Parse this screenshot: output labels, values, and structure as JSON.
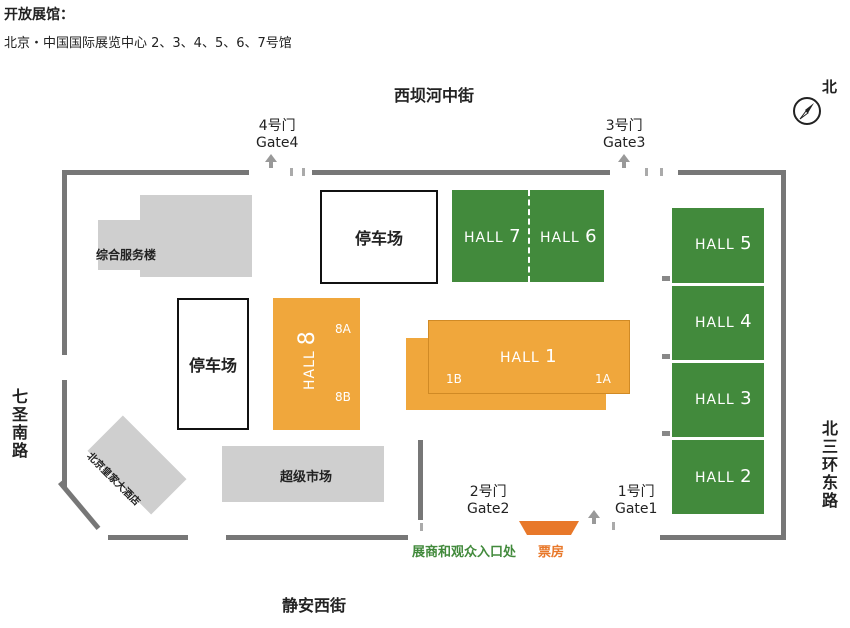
{
  "header": {
    "title": "开放展馆：",
    "subtitle": "北京・中国国际展览中心  2、3、4、5、6、7号馆"
  },
  "streets": {
    "north": "西坝河中街",
    "south": "静安西街",
    "west": "七圣南路",
    "east": "北三环东路"
  },
  "compass": {
    "label": "北",
    "icon": "compass-icon"
  },
  "gates": {
    "gate4": {
      "cn": "4号门",
      "en": "Gate4"
    },
    "gate3": {
      "cn": "3号门",
      "en": "Gate3"
    },
    "gate2": {
      "cn": "2号门",
      "en": "Gate2"
    },
    "gate1": {
      "cn": "1号门",
      "en": "Gate1"
    }
  },
  "halls": {
    "hall7": {
      "name": "HALL",
      "num": "7"
    },
    "hall6": {
      "name": "HALL",
      "num": "6"
    },
    "hall5": {
      "name": "HALL",
      "num": "5"
    },
    "hall4": {
      "name": "HALL",
      "num": "4"
    },
    "hall3": {
      "name": "HALL",
      "num": "3"
    },
    "hall2": {
      "name": "HALL",
      "num": "2"
    },
    "hall1": {
      "name": "HALL",
      "num": "1",
      "sub_a": "1A",
      "sub_b": "1B"
    },
    "hall8": {
      "name": "HALL",
      "num": "8",
      "sub_a": "8A",
      "sub_b": "8B"
    }
  },
  "buildings": {
    "parking_top": "停车场",
    "parking_left": "停车场",
    "service_building": "综合服务楼",
    "supermarket": "超级市场",
    "hotel": "北京皇家大酒店"
  },
  "entrance": {
    "label": "展商和观众入口处",
    "label_color": "#428a3c"
  },
  "ticket_office": {
    "label": "票房",
    "color": "#e8782a"
  },
  "colors": {
    "open_hall": "#428a3c",
    "closed_hall": "#f0a73c",
    "other_building": "#cfcfcf"
  }
}
